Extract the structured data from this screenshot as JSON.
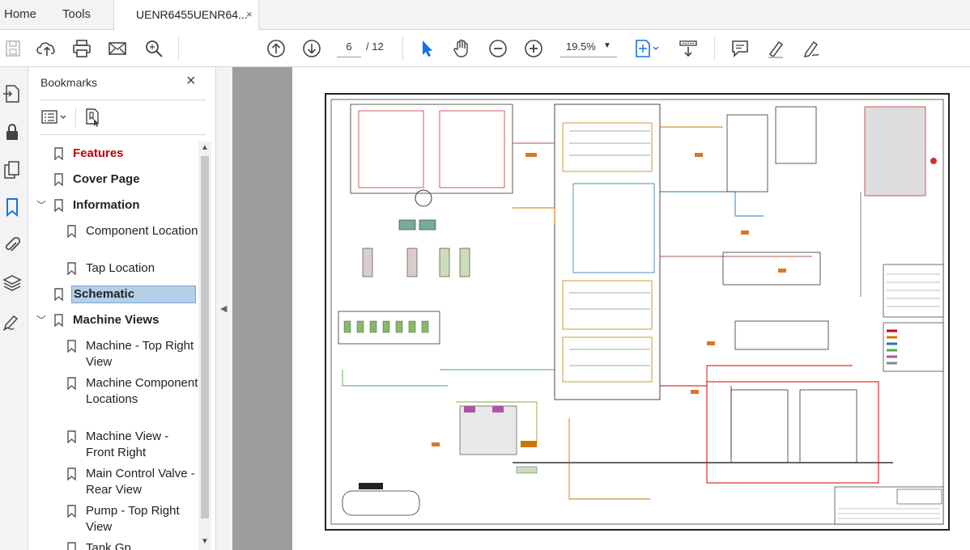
{
  "tabs": {
    "home": "Home",
    "tools": "Tools",
    "document": "UENR6455UENR64...",
    "close_glyph": "×"
  },
  "toolbar": {
    "page_current": "6",
    "page_total": "/ 12",
    "zoom": "19.5%"
  },
  "bookmarks": {
    "title": "Bookmarks",
    "close_glyph": "×",
    "items": [
      {
        "label": "Features",
        "level": 1,
        "color": "#c00000"
      },
      {
        "label": "Cover Page",
        "level": 1
      },
      {
        "label": "Information",
        "level": 1,
        "expanded": true
      },
      {
        "label": "Component Location",
        "level": 2
      },
      {
        "label": "Tap Location",
        "level": 2
      },
      {
        "label": "Schematic",
        "level": 1,
        "selected": true
      },
      {
        "label": "Machine Views",
        "level": 1,
        "expanded": true
      },
      {
        "label": "Machine - Top Right View",
        "level": 2
      },
      {
        "label": "Machine Component Locations",
        "level": 2
      },
      {
        "label": "Machine View - Front Right",
        "level": 2
      },
      {
        "label": "Main Control Valve - Rear View",
        "level": 2
      },
      {
        "label": "Pump - Top Right View",
        "level": 2
      },
      {
        "label": "Tank Gp",
        "level": 2
      }
    ]
  },
  "icons": {
    "toolbar": [
      "save-icon",
      "upload-icon",
      "print-icon",
      "mail-icon",
      "find-icon",
      "prev-page-icon",
      "next-page-icon",
      "select-tool-icon",
      "hand-tool-icon",
      "zoom-out-icon",
      "zoom-in-icon",
      "fit-page-icon",
      "scroll-mode-icon",
      "comment-icon",
      "highlight-icon",
      "sign-icon"
    ],
    "rail": [
      "export-pdf-icon",
      "lock-icon",
      "pages-icon",
      "bookmark-icon",
      "attachment-icon",
      "layers-icon",
      "signature-icon"
    ]
  },
  "colors": {
    "accent_blue": "#1473e6",
    "selected_bg": "#b5cfe9",
    "features_red": "#c00000",
    "viewer_bg": "#9d9d9d"
  }
}
